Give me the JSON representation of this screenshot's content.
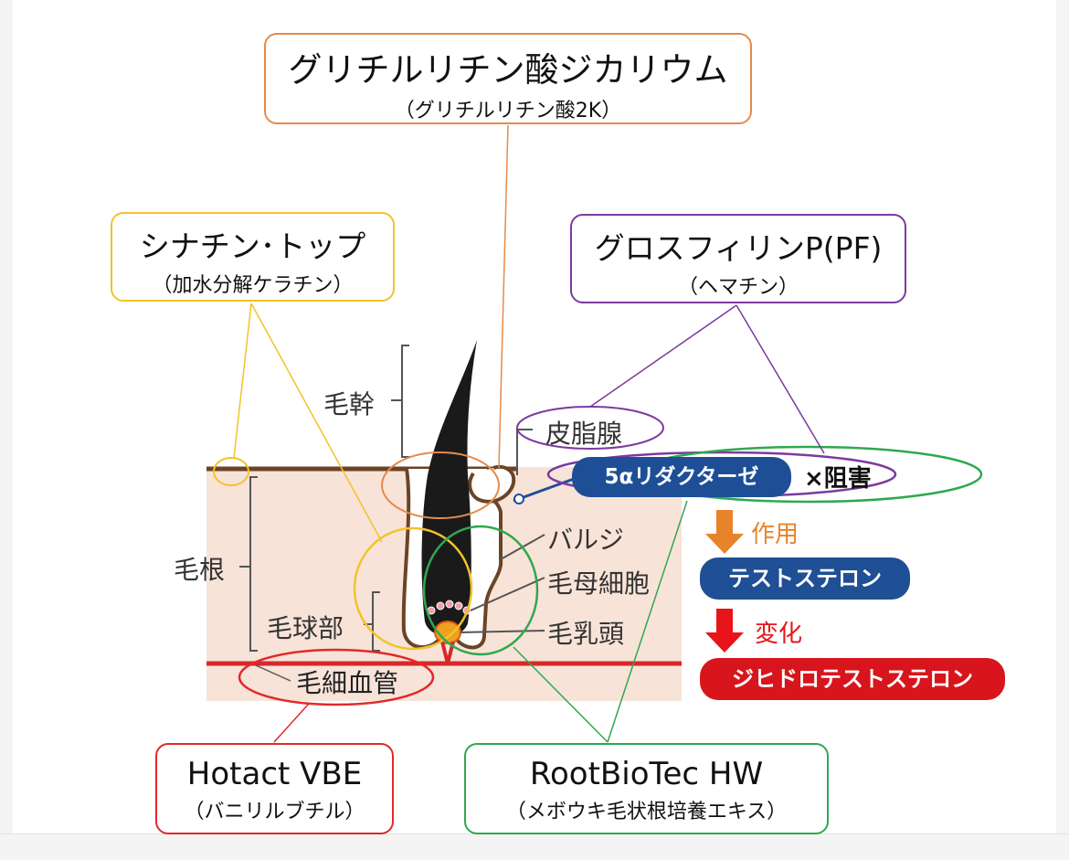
{
  "ingredients": {
    "glycyrrhizin": {
      "name": "グリチルリチン酸ジカリウム",
      "sub": "（グリチルリチン酸2K）"
    },
    "synachin": {
      "name": "シナチン･トップ",
      "sub": "（加水分解ケラチン）"
    },
    "grossfilin": {
      "name": "グロスフィリンP(PF)",
      "sub": "（ヘマチン）"
    },
    "hotact": {
      "name": "Hotact VBE",
      "sub": "（バニリルブチル）"
    },
    "rootbiotec": {
      "name": "RootBioTec HW",
      "sub": "（メボウキ毛状根培養エキス）"
    }
  },
  "anatomy": {
    "hair_shaft": "毛幹",
    "hair_root": "毛根",
    "hair_bulb": "毛球部",
    "sebaceous_gland": "皮脂腺",
    "bulge": "バルジ",
    "matrix_cells": "毛母細胞",
    "dermal_papilla": "毛乳頭",
    "capillary": "毛細血管"
  },
  "pathway": {
    "enzyme": "5αリダクターゼ",
    "block": "×阻害",
    "action": "作用",
    "testosterone": "テストステロン",
    "change": "変化",
    "dht": "ジヒドロテストステロン"
  },
  "colors": {
    "orange": "#e78a4a",
    "yellow": "#f2c32a",
    "purple": "#7b3aa0",
    "red": "#e02a2a",
    "green": "#2fa84f",
    "skin": "#f8e3d8",
    "navy": "#1e4f96"
  }
}
